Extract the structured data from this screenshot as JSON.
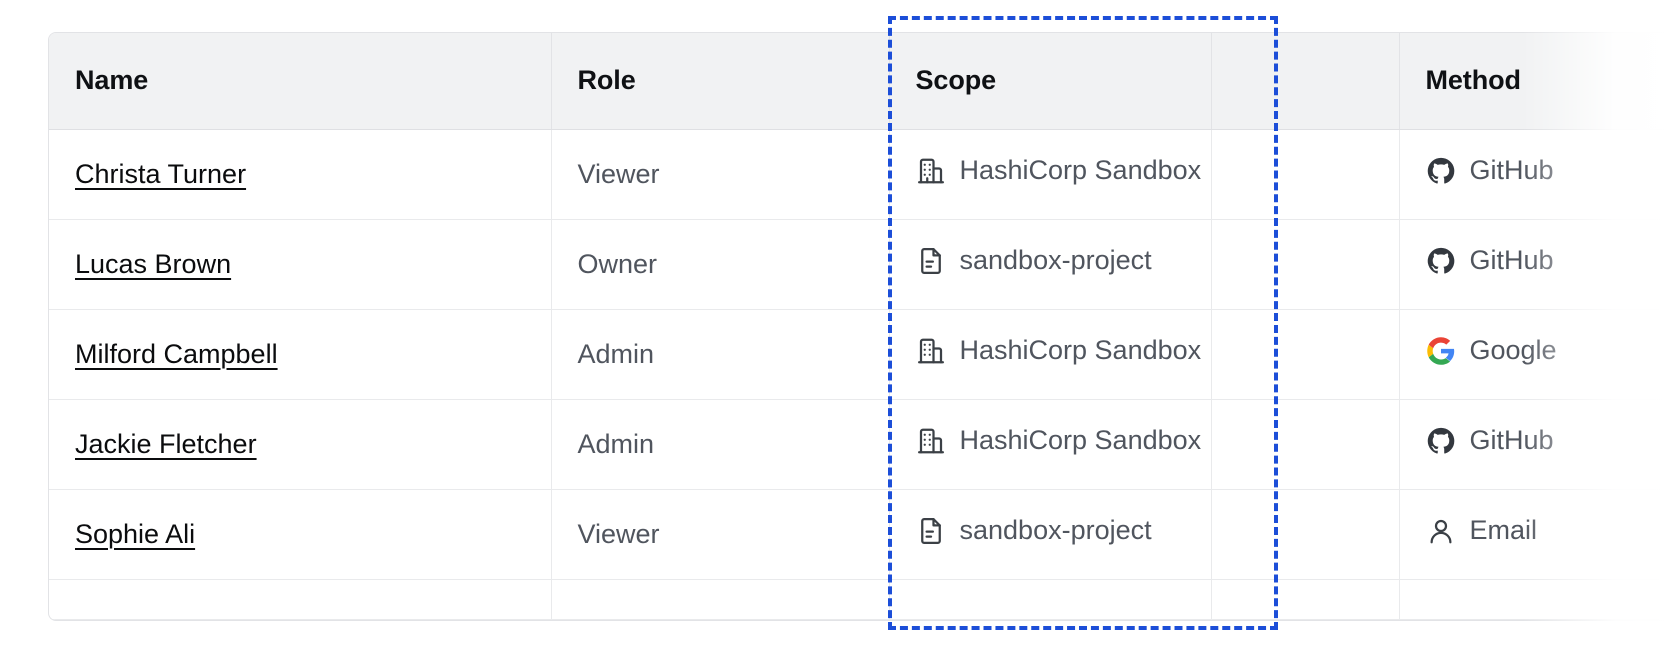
{
  "table": {
    "columns": [
      {
        "key": "name",
        "label": "Name"
      },
      {
        "key": "role",
        "label": "Role"
      },
      {
        "key": "scope",
        "label": "Scope"
      },
      {
        "key": "blank",
        "label": ""
      },
      {
        "key": "method",
        "label": "Method"
      }
    ],
    "rows": [
      {
        "name": "Christa Turner",
        "role": "Viewer",
        "scope": "HashiCorp Sandbox",
        "scope_icon": "building-icon",
        "method": "GitHub",
        "method_icon": "github-icon"
      },
      {
        "name": "Lucas Brown",
        "role": "Owner",
        "scope": "sandbox-project",
        "scope_icon": "document-icon",
        "method": "GitHub",
        "method_icon": "github-icon"
      },
      {
        "name": "Milford Campbell",
        "role": "Admin",
        "scope": "HashiCorp Sandbox",
        "scope_icon": "building-icon",
        "method": "Google",
        "method_icon": "google-icon"
      },
      {
        "name": "Jackie Fletcher",
        "role": "Admin",
        "scope": "HashiCorp Sandbox",
        "scope_icon": "building-icon",
        "method": "GitHub",
        "method_icon": "github-icon"
      },
      {
        "name": "Sophie Ali",
        "role": "Viewer",
        "scope": "sandbox-project",
        "scope_icon": "document-icon",
        "method": "Email",
        "method_icon": "user-icon"
      }
    ]
  },
  "selection": {
    "target_column": "Scope",
    "style": "dashed",
    "color": "#1c4ed8"
  },
  "colors": {
    "header_background": "#f1f2f3",
    "border": "#e9eaec",
    "text_primary": "#0f1114",
    "text_secondary": "#50555e",
    "link": "#0b0c0e",
    "selection": "#1c4ed8"
  }
}
